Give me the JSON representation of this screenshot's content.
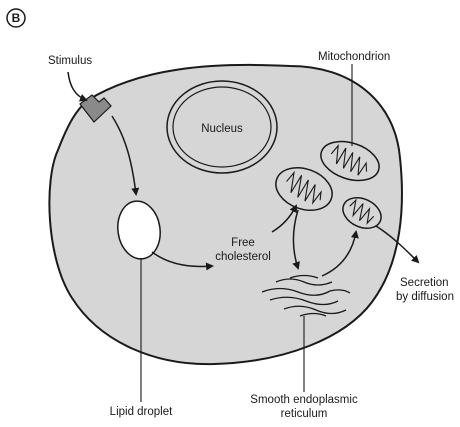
{
  "figure": {
    "panel_label": "B",
    "labels": {
      "stimulus": "Stimulus",
      "mitochondrion": "Mitochondrion",
      "nucleus": "Nucleus",
      "free_cholesterol": [
        "Free",
        "cholesterol"
      ],
      "secretion": [
        "Secretion",
        "by diffusion"
      ],
      "lipid_droplet": "Lipid droplet",
      "ser": [
        "Smooth endoplasmic",
        "reticulum"
      ]
    }
  }
}
